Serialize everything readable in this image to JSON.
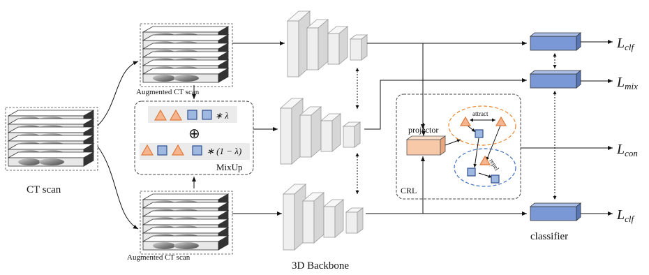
{
  "labels": {
    "ct_scan": "CT scan",
    "aug_top": "Augmented CT scan",
    "aug_bottom": "Augmented CT scan",
    "mixup": "MixUp",
    "mix_lambda": "∗ λ",
    "mix_one_minus_lambda": "∗ (1 − λ)",
    "oplus": "⊕",
    "backbone": "3D Backbone",
    "projector": "projector",
    "attract": "attract",
    "repel": "repel",
    "crl": "CRL",
    "classifier": "classifier"
  },
  "losses": {
    "clf_top": {
      "main": "L",
      "sub": "clf"
    },
    "mix": {
      "main": "L",
      "sub": "mix"
    },
    "con": {
      "main": "L",
      "sub": "con"
    },
    "clf_bottom": {
      "main": "L",
      "sub": "clf"
    }
  },
  "colors": {
    "triangle_fill": "#f6b48f",
    "triangle_stroke": "#e07a3a",
    "square_fill": "#9fb8e0",
    "square_stroke": "#2f4f8f",
    "projector_fill": "#f7c9a8",
    "classifier_fill": "#7b98d6",
    "orange_ellipse": "#e8872f",
    "blue_ellipse": "#3c6fc0",
    "block_fill": "#efefef",
    "block_stroke": "#9a9a9a"
  },
  "icons": {
    "ct_stack": "ct-scan-stack-icon",
    "triangle": "triangle-sample-icon",
    "square": "square-sample-icon"
  }
}
